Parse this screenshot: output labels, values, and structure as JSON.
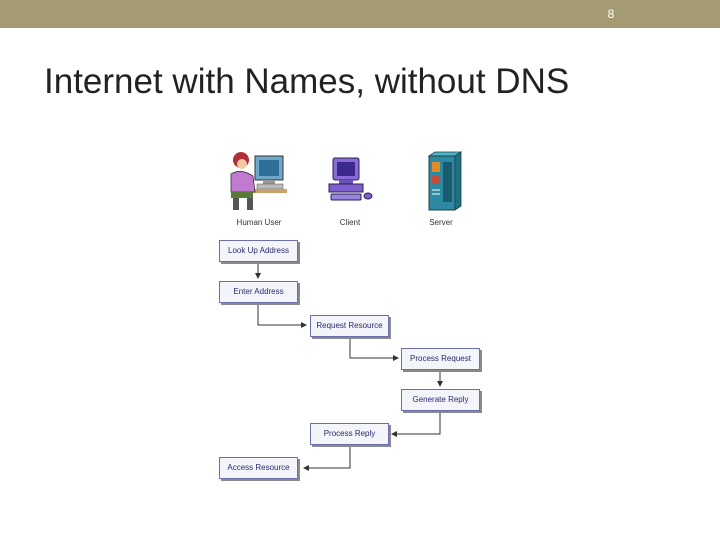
{
  "header": {
    "slide_number": "8"
  },
  "title": "Internet with Names, without DNS",
  "actors": {
    "human_user": "Human User",
    "client": "Client",
    "server": "Server"
  },
  "steps": {
    "look_up_address": "Look Up Address",
    "enter_address": "Enter Address",
    "request_resource": "Request Resource",
    "process_request": "Process Request",
    "generate_reply": "Generate Reply",
    "process_reply": "Process Reply",
    "access_resource": "Access Resource"
  },
  "colors": {
    "header_bar": "#a59b73",
    "box_border": "#6b6fae",
    "box_text": "#2a2a6e",
    "connector": "#333333"
  }
}
